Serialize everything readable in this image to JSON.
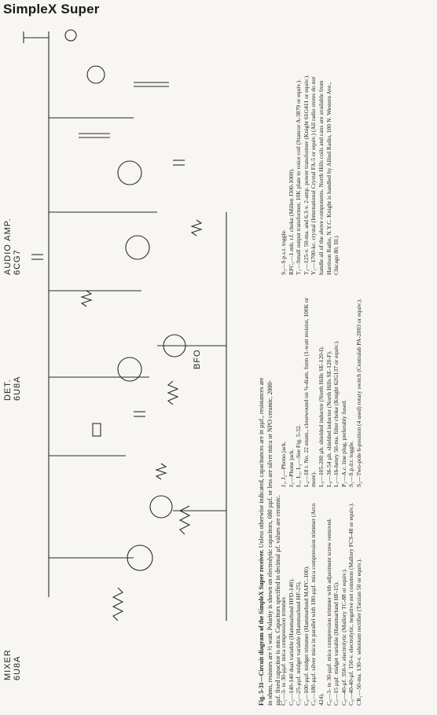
{
  "header": {
    "title": "SimpleX Super"
  },
  "sections": {
    "mixer_line1": "MIXER",
    "mixer_line2": "6U8A",
    "det_line1": "DET.",
    "det_line2": "6U8A",
    "audio_line1": "AUDIO AMP.",
    "audio_line2": "6CG7",
    "bfo": "BFO"
  },
  "caption": {
    "lead": "Fig. 5-31—Circuit diagram of the SimpleX Super receiver.",
    "body": "Unless otherwise indicated, capacitances are in µµf., resistances are in ohms, resistors are ½ watt. Polarity is shown on electrolytic capacitors, 680 µµf. or less are silver mica or NPO ceramic, 2000-µµf. fixed capacitor is mica. Capacitors specified in decimal µf. values are ceramic."
  },
  "legend": {
    "col1": [
      "C₁—3- to 30-µµf. mica compression trimmer.",
      "C₂—140-140 dual variable (Hammarlund HFD-140).",
      "C₃—25-µµf. midget variable (Hammarlund HF-25).",
      "C₄—100-µµf. midget trimmer (Hammarlund MAPC-100).",
      "C₅—180-µµf. silver mica in parallel with 180-µµf. mica compression trimmer (Arco 424).",
      "C₆—3- to 30-µµf. mica compression trimmer with adjustment screw removed.",
      "C₇—15 µµf. midget variable (Hammarlund HF-15).",
      "C₈—40-µf. 350-v. electrolytic (Mallory TC-88 or equiv.).",
      "C₉—40-40-µf. 150-v. electrolytic, negative not common (Mallory FCS-48 or equiv.).",
      "CR₁—50-ma. 130-v. selenium rectifier (Tarzian 50 or equiv.)."
    ],
    "col2": [
      "J₁, J₂—Phono jack.",
      "J₃—Phone jack.",
      "L₁, L₂, L₃—See Fig. 5-32.",
      "L₄—18 t. No. 22 enam., closewound on ⅜-diam. form (1-watt resistor, 100K or more).",
      "L₅—105-200 µh. shielded inductor (North Hills SE-120-I).",
      "L₆—36-54 µh. shielded inductor (North Hills SE-120-F).",
      "L₇—16-henry 50-ma. filter choke (Knight 62G137 or equiv.).",
      "P₁—A.c. line plug, preferably fused.",
      "S₁—S.p.d.t. toggle.",
      "S₂—Two-pole 6-position (4 used) rotary switch (Centralab PA-2003 or equiv.)."
    ],
    "col3": [
      "S₃—S.p.s.t. toggle.",
      "RFC₁—1-mh. r.f. choke (Millen J300-1000).",
      "T₁—Small output transformer, 10K plate to voice coil (Stancor A-3879 or equiv.).",
      "T₂—125-v. 50-ma. and 6.3-v. 2-amp. power transformer (Knight 61G411 or equiv.).",
      "Y₁—1700-kc. crystal (International Crystal FA-5 or equiv.) (All radio stores do not handle all of the above components. North Hills coils and cans are available from Harrison Radio, N.Y.C. Knight is handled by Allied Radio, 100 N. Western Ave., Chicago 80, Ill.)"
    ]
  }
}
